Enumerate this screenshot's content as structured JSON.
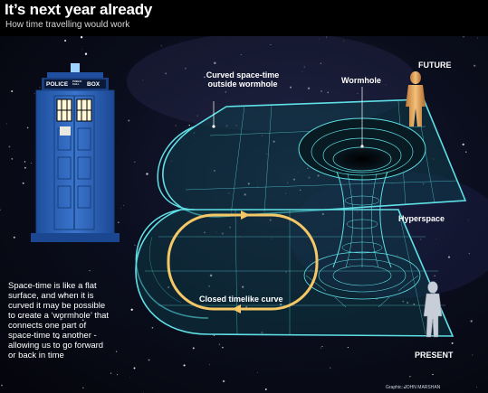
{
  "header": {
    "title": "It’s next year already",
    "subtitle": "How time travelling would work"
  },
  "labels": {
    "curved_space_time": "Curved space-time outside wormhole",
    "wormhole": "Wormhole",
    "future": "FUTURE",
    "hyperspace": "Hyperspace",
    "closed_timelike_curve": "Closed timelike curve",
    "present": "PRESENT"
  },
  "tardis": {
    "sign_left": "POLICE",
    "sign_middle": "PUBLIC CALL",
    "sign_right": "BOX"
  },
  "caption": "Space-time is like a flat surface, and when it is curved it may be possible to create a ‘wormhole’ that connects one part of space-time to another - allowing us to go forward or back in time",
  "credit": "Graphic: JOHN MARSHAN",
  "colors": {
    "grid": "#5fe0e6",
    "loop": "#f6c766",
    "tardis": "#2e63b8",
    "figure": "#e0a25a"
  }
}
